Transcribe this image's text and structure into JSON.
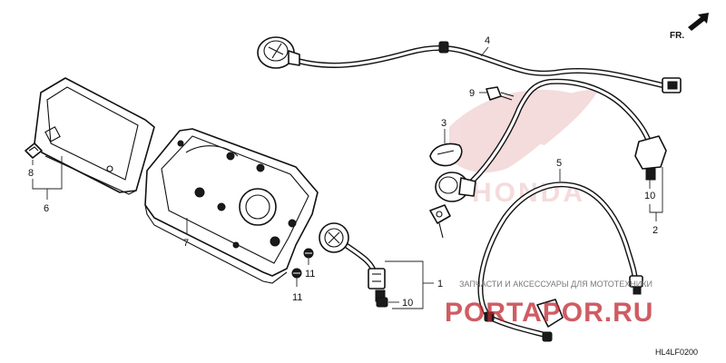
{
  "diagram": {
    "diagram_code": "HL4LF0200",
    "direction_label": "FR.",
    "brand_watermark": "HONDA",
    "watermark_caption": "ЗАПЧАСТИ И АКСЕССУАРЫ ДЛЯ МОТОТЕХНИКИ",
    "watermark_logo": "PORTAPOR.RU",
    "callouts": [
      {
        "id": "c1",
        "label": "1"
      },
      {
        "id": "c2",
        "label": "2"
      },
      {
        "id": "c3",
        "label": "3"
      },
      {
        "id": "c4",
        "label": "4"
      },
      {
        "id": "c5",
        "label": "5"
      },
      {
        "id": "c6",
        "label": "6"
      },
      {
        "id": "c7",
        "label": "7"
      },
      {
        "id": "c8",
        "label": "8"
      },
      {
        "id": "c9",
        "label": "9"
      },
      {
        "id": "c10a",
        "label": "10"
      },
      {
        "id": "c10b",
        "label": "10"
      },
      {
        "id": "c11a",
        "label": "11"
      },
      {
        "id": "c11b",
        "label": "11"
      }
    ]
  }
}
